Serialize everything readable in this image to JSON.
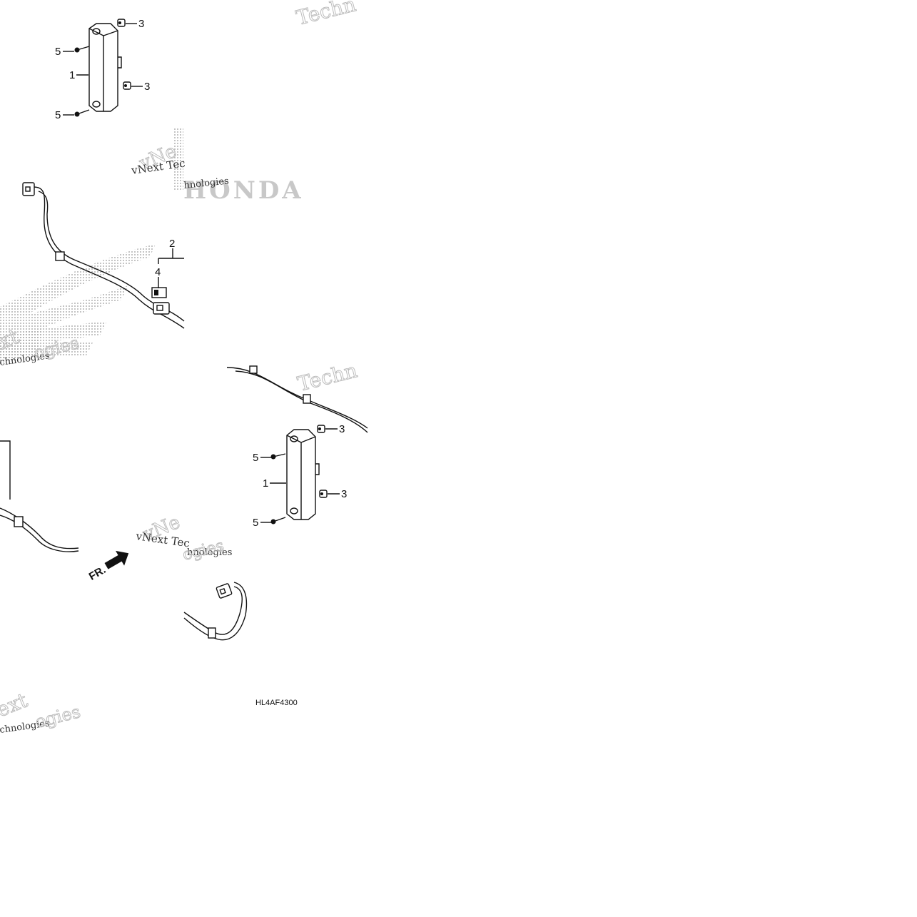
{
  "diagram": {
    "part_code": "HL4AF4300",
    "direction_label": "FR.",
    "callouts": {
      "c1": "1",
      "c2": "2",
      "c3": "3",
      "c4": "4",
      "c5": "5"
    },
    "watermarks": {
      "tech": "Techn",
      "vnext": "vNext Tec",
      "vnext_short": "vNe",
      "hnologies": "hnologies",
      "chnologies": "chnologies",
      "xt": "xt",
      "ext": "ext",
      "ogies": "ogies",
      "honda": "HONDA"
    }
  }
}
